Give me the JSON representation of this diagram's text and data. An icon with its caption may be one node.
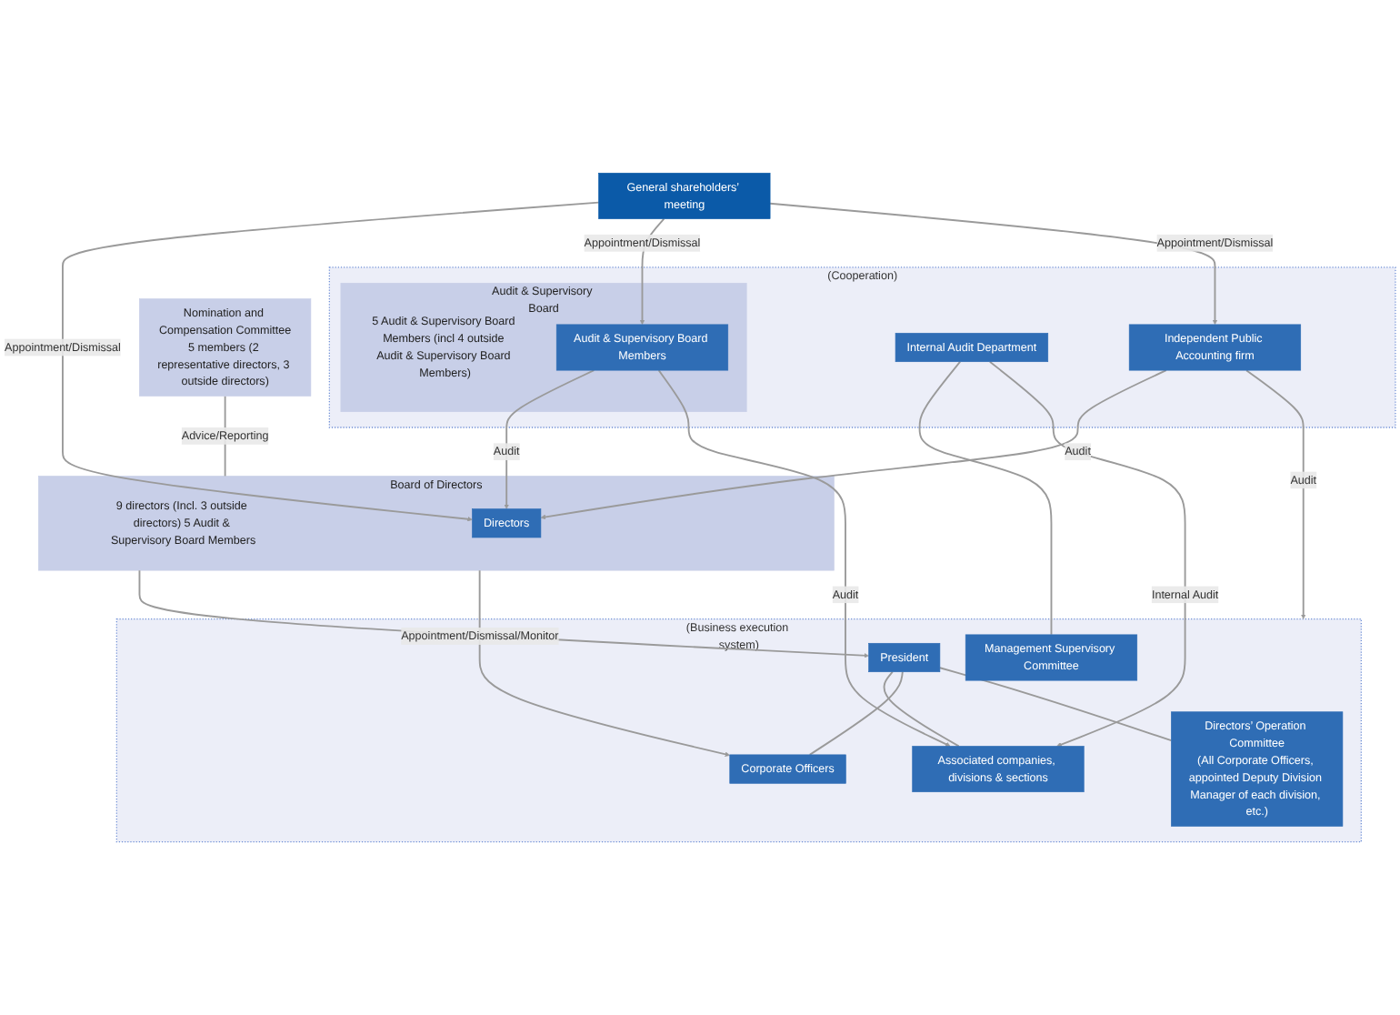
{
  "diagram": {
    "nodes": [
      {
        "text": [
          "General shareholders’ meeting"
        ]
      },
      {
        "text": [
          "Board of Directors",
          "9 directors (Incl. 3 outside directors) 5 Audit & Supervisory Board Members"
        ]
      },
      {
        "text": [
          "Directors"
        ],
        "in": 1
      },
      {
        "text": [
          "Nomination and Compensation Committee",
          "5 members (2 representative directors, 3 outside directors)"
        ]
      },
      {
        "text": [
          "(Cooperation)"
        ]
      },
      {
        "text": [
          "Audit & Supervisory Board",
          "5 Audit & Supervisory Board Members (incl 4 outside Audit & Supervisory Board Members)"
        ],
        "in": 4
      },
      {
        "text": [
          "Audit & Supervisory Board Members"
        ],
        "in": 5
      },
      {
        "text": [
          "Independent Public Accounting firm"
        ],
        "in": 4
      },
      {
        "text": [
          "(Business execution system)"
        ]
      },
      {
        "text": [
          "President"
        ],
        "in": 8
      },
      {
        "text": [
          "Directors’ Operation Committee",
          "(All Corporate Officers, appointed Deputy Division Manager of each division, etc.)"
        ],
        "in": 8
      },
      {
        "text": [
          "Corporate Officers"
        ],
        "in": 8
      },
      {
        "text": [
          "Management Supervisory Committee"
        ],
        "in": 8
      },
      {
        "text": [
          "Internal Audit Department"
        ],
        "in": 4
      },
      {
        "text": [
          "Associated companies, divisions & sections"
        ],
        "in": 8
      }
    ],
    "edges": [
      {
        "from": 0,
        "to": 2,
        "arrow": "to",
        "label": "Appointment/Dismissal"
      },
      {
        "from": 0,
        "to": 6,
        "arrow": "to",
        "label": "Appointment/Dismissal"
      },
      {
        "from": 0,
        "to": 7,
        "arrow": "to",
        "label": "Appointment/Dismissal"
      },
      {
        "from": 6,
        "to": 2,
        "arrow": "to",
        "label": "Audit"
      },
      {
        "from": 7,
        "to": 2,
        "arrow": "to",
        "label": "Audit"
      },
      {
        "from": 3,
        "to": 1,
        "arrow": "none",
        "label": "Advice/Reporting"
      },
      {
        "from": 1,
        "to": 9,
        "arrow": "to",
        "label": "Appointment/Dismissal/Monitor"
      },
      {
        "from": 1,
        "to": 11,
        "arrow": "to"
      },
      {
        "from": 7,
        "to": 8,
        "arrow": "to",
        "label": "Audit"
      },
      {
        "from": 6,
        "to": 14,
        "arrow": "to",
        "label": "Audit"
      },
      {
        "from": 9,
        "to": 14,
        "arrow": "none"
      },
      {
        "from": 9,
        "to": 11,
        "arrow": "none"
      },
      {
        "from": 9,
        "to": 10,
        "arrow": "none"
      },
      {
        "from": 13,
        "to": 12,
        "arrow": "none"
      },
      {
        "from": 13,
        "to": 14,
        "arrow": "to",
        "label": "Internal Audit"
      }
    ]
  }
}
